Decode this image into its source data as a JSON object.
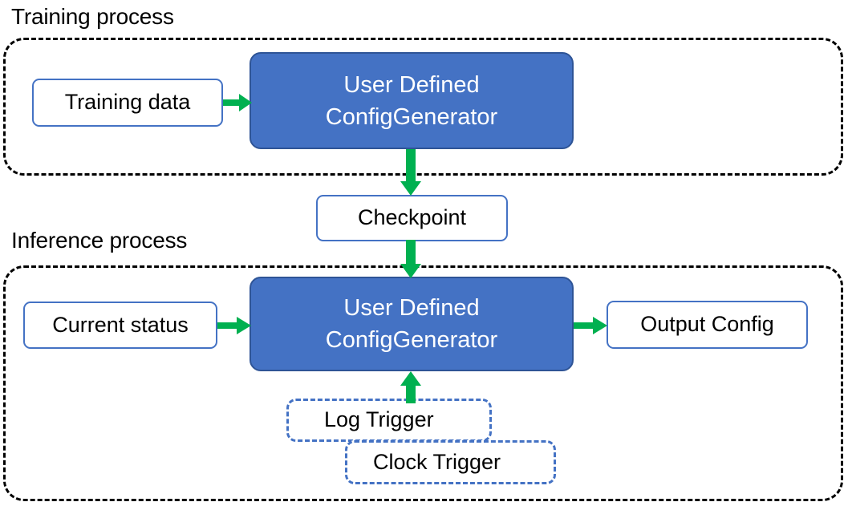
{
  "diagram": {
    "title_training": "Training process",
    "title_inference": "Inference process",
    "colors": {
      "accent_blue": "#4472C4",
      "blue_border": "#2E5496",
      "arrow_green": "#00B050",
      "container_dash": "#000000",
      "text_dark": "#000000",
      "text_light": "#FFFFFF"
    }
  },
  "training": {
    "input_box": "Training data",
    "generator_line1": "User Defined",
    "generator_line2": "ConfigGenerator"
  },
  "shared": {
    "checkpoint": "Checkpoint"
  },
  "inference": {
    "input_box": "Current status",
    "generator_line1": "User Defined",
    "generator_line2": "ConfigGenerator",
    "output_box": "Output Config",
    "trigger_log": "Log Trigger",
    "trigger_clock": "Clock Trigger"
  },
  "arrows": [
    {
      "name": "training-data-to-generator",
      "direction": "right"
    },
    {
      "name": "training-generator-to-checkpoint",
      "direction": "down"
    },
    {
      "name": "checkpoint-to-inference-generator",
      "direction": "down"
    },
    {
      "name": "current-status-to-generator",
      "direction": "right"
    },
    {
      "name": "generator-to-output-config",
      "direction": "right"
    },
    {
      "name": "log-trigger-to-generator",
      "direction": "up"
    }
  ]
}
